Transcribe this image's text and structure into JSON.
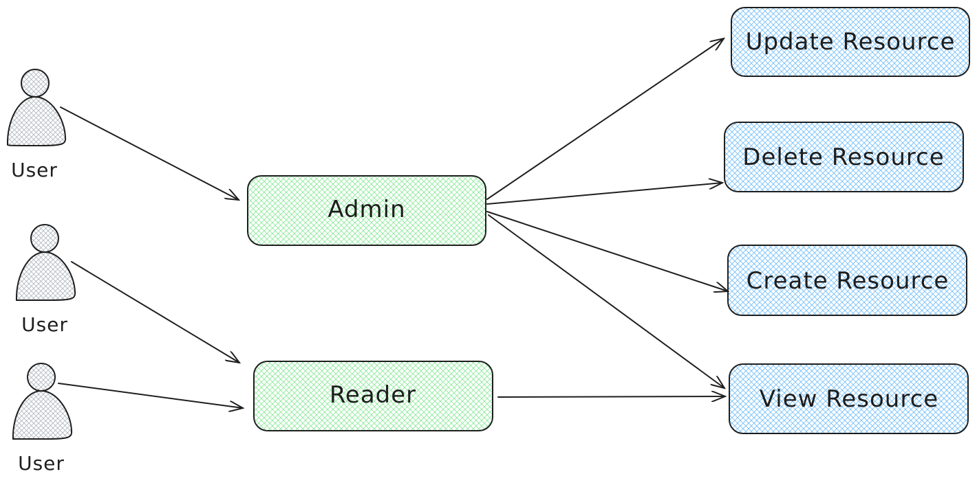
{
  "actors": [
    {
      "id": "user-1",
      "label": "User"
    },
    {
      "id": "user-2",
      "label": "User"
    },
    {
      "id": "user-3",
      "label": "User"
    }
  ],
  "roles": [
    {
      "id": "admin",
      "label": "Admin"
    },
    {
      "id": "reader",
      "label": "Reader"
    }
  ],
  "resources": [
    {
      "id": "update",
      "label": "Update Resource"
    },
    {
      "id": "delete",
      "label": "Delete Resource"
    },
    {
      "id": "create",
      "label": "Create Resource"
    },
    {
      "id": "view",
      "label": "View Resource"
    }
  ],
  "connections": [
    {
      "from": "user-1",
      "to": "admin"
    },
    {
      "from": "user-2",
      "to": "reader"
    },
    {
      "from": "user-3",
      "to": "reader"
    },
    {
      "from": "admin",
      "to": "update"
    },
    {
      "from": "admin",
      "to": "delete"
    },
    {
      "from": "admin",
      "to": "create"
    },
    {
      "from": "admin",
      "to": "view"
    },
    {
      "from": "reader",
      "to": "view"
    }
  ],
  "colors": {
    "stroke": "#1e1e1e",
    "role_fill": "#b2f2bb",
    "resource_fill": "#a5d8ff",
    "actor_fill": "#ced4da"
  }
}
